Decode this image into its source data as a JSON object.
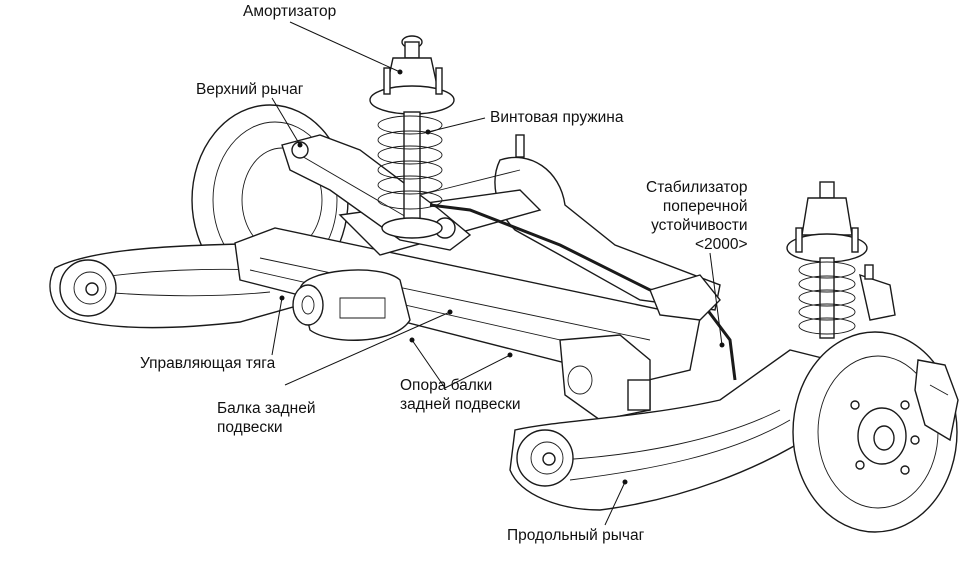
{
  "labels": {
    "shock_absorber": "Амортизатор",
    "upper_arm": "Верхний рычаг",
    "coil_spring": "Винтовая пружина",
    "stabilizer": "Стабилизатор\nпоперечной\nустойчивости\n<2000>",
    "control_link": "Управляющая тяга",
    "rear_beam": "Балка задней\nподвески",
    "beam_mount": "Опора балки\nзадней подвески",
    "trailing_arm": "Продольный рычаг"
  }
}
